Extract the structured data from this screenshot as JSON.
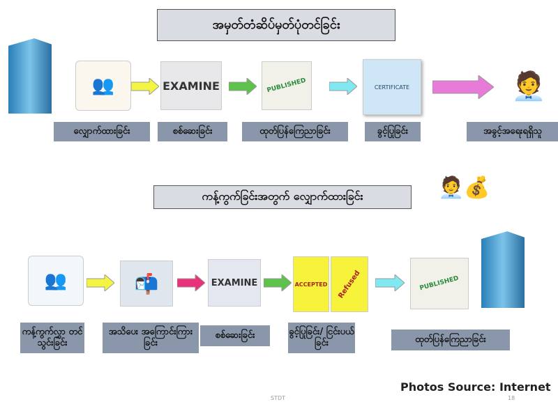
{
  "top": {
    "title": "အမှတ်တံဆိပ်မှတ်ပုံတင်ခြင်း",
    "steps": [
      "လျှောက်ထားခြင်း",
      "စစ်ဆေးခြင်း",
      "ထုတ်ပြန်ကြေညာခြင်း",
      "ခွင့်ပြုခြင်း",
      "အခွင့်အရေးရရှိသူ"
    ],
    "images": {
      "examine": "EXAMINE",
      "published": "PUBLISHED",
      "certificate": "CERTIFICATE"
    },
    "arrow_colors": [
      "#f4f442",
      "#5cc24a",
      "#7fe8f0",
      "#e87ad8"
    ]
  },
  "bottom": {
    "title": "ကန့်ကွက်ခြင်းအတွက် လျှောက်ထားခြင်း",
    "steps": [
      "ကန့်ကွက်လွှာ တင်သွင်းခြင်း",
      "အသိပေး အကြောင်းကြားခြင်း",
      "စစ်ဆေးခြင်း",
      "ခွင့်ပြုခြင်း/ ငြင်းပယ်ခြင်း",
      "ထုတ်ပြန်ကြေညာခြင်း"
    ],
    "images": {
      "examine": "EXAMINE",
      "accepted": "ACCEPTED",
      "refused": "Refused",
      "published": "PUBLISHED"
    },
    "arrow_colors": [
      "#f4f442",
      "#e8327a",
      "#5cc24a",
      "#7fe8f0"
    ]
  },
  "footer": {
    "source": "Photos Source: Internet",
    "org": "STDT",
    "page": "18"
  }
}
